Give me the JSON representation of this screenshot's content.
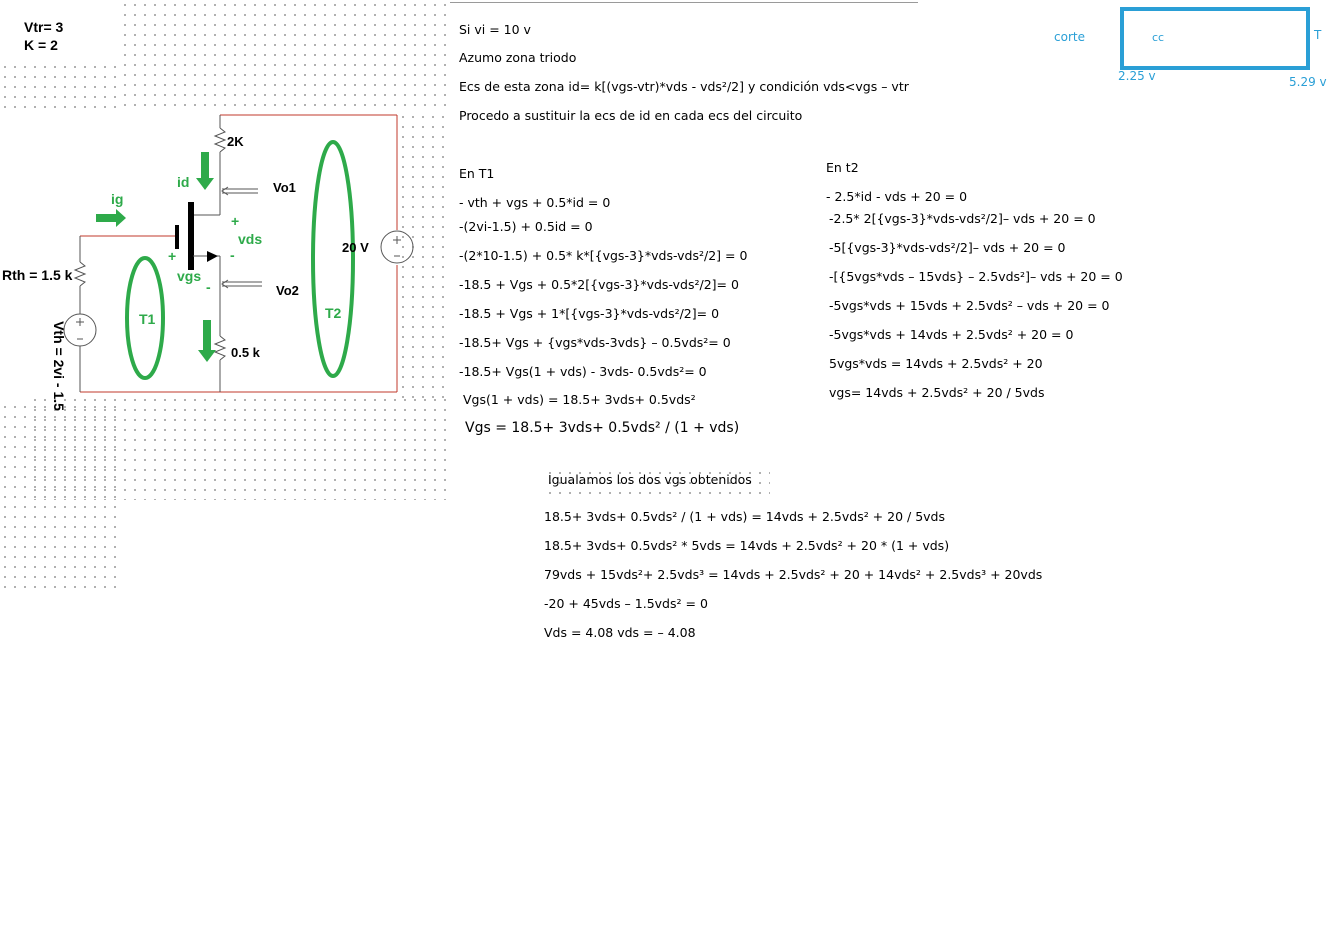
{
  "params": {
    "vtr": "Vtr= 3",
    "k": "K = 2"
  },
  "circuit": {
    "rth": "Rth = 1.5 k",
    "vth": "Vth = 2vi - 1.5",
    "r_top": "2K",
    "r_bottom": "0.5 k",
    "supply": "20 V",
    "vo1": "Vo1",
    "vo2": "Vo2",
    "id": "id",
    "ig": "ig",
    "vds": "vds",
    "vgs": "vgs",
    "plus": "+",
    "minus": "-",
    "loop_t1": "T1",
    "loop_t2": "T2"
  },
  "intro": [
    "Si vi = 10 v",
    "Azumo zona triodo",
    "Ecs de esta zona id= k[(vgs-vtr)*vds - vds²/2]  y condición vds<vgs – vtr",
    "Procedo a sustituir la ecs de id en cada ecs del circuito"
  ],
  "t1": {
    "title": "En T1",
    "lines": [
      "- vth +  vgs + 0.5*id = 0",
      "-(2vi-1.5) + 0.5id = 0",
      "-(2*10-1.5) + 0.5* k*[{vgs-3}*vds-vds²/2] = 0",
      "-18.5 + Vgs + 0.5*2[{vgs-3}*vds-vds²/2]= 0",
      "-18.5 + Vgs + 1*[{vgs-3}*vds-vds²/2]= 0",
      "-18.5+ Vgs + {vgs*vds-3vds} – 0.5vds²= 0",
      "-18.5+ Vgs(1 + vds) - 3vds- 0.5vds²= 0",
      "Vgs(1 + vds)  = 18.5+ 3vds+ 0.5vds²"
    ],
    "final": "Vgs = 18.5+ 3vds+ 0.5vds²   /  (1 + vds)"
  },
  "t2": {
    "title": "En t2",
    "lines": [
      "- 2.5*id - vds + 20 = 0",
      "-2.5* 2[{vgs-3}*vds-vds²/2]– vds + 20 = 0",
      "-5[{vgs-3}*vds-vds²/2]– vds + 20 = 0",
      "-[{5vgs*vds – 15vds} – 2.5vds²]– vds + 20 = 0",
      "-5vgs*vds + 15vds + 2.5vds² – vds + 20 = 0",
      "-5vgs*vds + 14vds + 2.5vds²  + 20 = 0",
      "5vgs*vds = 14vds + 2.5vds²  + 20",
      "vgs= 14vds + 2.5vds²  + 20   /   5vds"
    ]
  },
  "equal": {
    "title": "Igualamos los dos vgs obtenidos",
    "lines": [
      "18.5+ 3vds+ 0.5vds²   /  (1 + vds)  = 14vds + 2.5vds²  + 20   /   5vds",
      "18.5+ 3vds+ 0.5vds² *  5vds  = 14vds + 2.5vds²  + 20  *    (1 + vds)",
      "79vds + 15vds²+ 2.5vds³  = 14vds + 2.5vds²  + 20 + 14vds² + 2.5vds³  + 20vds",
      "-20 + 45vds – 1.5vds²  =   0",
      "Vds = 4.08  vds = – 4.08"
    ]
  },
  "zones": {
    "corte": "corte",
    "cc": "cc",
    "t": "T",
    "v1": "2.25 v",
    "v2": "5.29 v"
  },
  "colors": {
    "green": "#2eaa4a",
    "wire": "#c0392b",
    "blue": "#2a9fd6"
  }
}
